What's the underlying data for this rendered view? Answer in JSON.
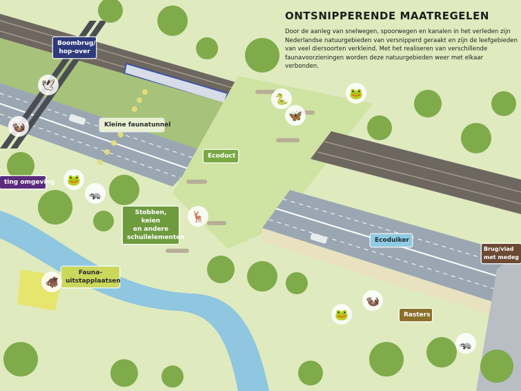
{
  "header": {
    "title": "ONTSNIPPERENDE MAATREGELEN",
    "intro": "Door de aanleg van snelwegen, spoorwegen en kanalen in het verleden zijn Nederlandse natuurgebieden van versnipperd geraakt en zijn de leefgebieden van veel diersoorten verkleind. Met het realiseren van verschillende faunavoorzieningen worden deze natuurgebieden weer met elkaar verbonden."
  },
  "labels": {
    "boombrug": "Boombrug/\nhop-over",
    "kleine_faunatunnel": "Kleine faunatunnel",
    "ecoduct": "Ecoduct",
    "omgeving": "ting omgeving",
    "stobben": "Stobben, keien\nen andere\nschuilelementen",
    "uitstapplaatsen": "Fauna-\nuitstapplaatsen",
    "ecoduiker": "Ecoduiker",
    "brug": "Brug/viad\nmet medeg",
    "rasters": "Rasters"
  },
  "colors": {
    "boombrug": "#2f3a7c",
    "kleine_faunatunnel": "#e9f1d2",
    "ecoduct": "#79a844",
    "omgeving": "#5b2b7d",
    "stobben": "#6f9b3f",
    "uitstapplaatsen": "#cbd85c",
    "ecoduiker": "#8fcbe2",
    "brug": "#6b4a33",
    "rasters": "#8b6f2b"
  }
}
